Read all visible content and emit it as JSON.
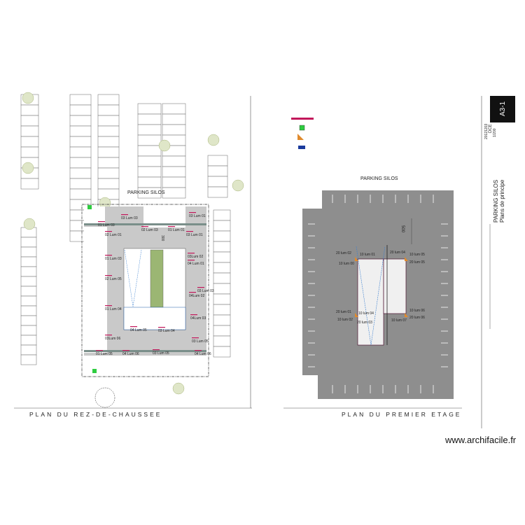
{
  "sheet": {
    "parking_name": "PARKING SILOS",
    "ground_floor_title": "PLAN DU REZ-DE-CHAUSSEE",
    "first_floor_title": "PLAN DU PREMIER ETAGE",
    "watermark": "www.archifacile.fr"
  },
  "title_block": {
    "project": "PARKING SILOS",
    "subtitle": "Plans de principe",
    "sheet_number": "A3-1",
    "phase": "DCE",
    "scale": "1/200",
    "date": "20121203"
  },
  "legend": {
    "colors": {
      "line": "#c2185b",
      "green": "#2ecc40",
      "triangle": "#e08a2c",
      "blue": "#1a3a9c"
    }
  },
  "ground_floor": {
    "dimension": "300",
    "labels": [
      "03 Lum 03",
      "01 Lum 03",
      "02 Lum 03",
      "01 Lum 01",
      "03 Lum 01",
      "02 Lum 01",
      "03 Lum 01",
      "01 Lum 03",
      "03Lum 02",
      "04 Lum 01",
      "02 Lum 05",
      "03 Lum 03",
      "04Lum 02",
      "01 Lum 04",
      "04Lum 03",
      "04 Lum 05",
      "03 Lum 04",
      "03Lum 06",
      "03 Lum 05",
      "01 Lum 05",
      "04 Lum 06",
      "03 Lum 05",
      "04 Lum 06"
    ]
  },
  "first_floor": {
    "dimension": "500",
    "labels": [
      "20 lum 02",
      "10 lum 01",
      "10 lum 00",
      "20 lum 04",
      "10 lum 05",
      "20 lum 05",
      "20 lum 01",
      "10 lum 04",
      "10 lum 02",
      "20 lum 03",
      "10 lum 06",
      "20 lum 06",
      "10 lum 07"
    ]
  }
}
